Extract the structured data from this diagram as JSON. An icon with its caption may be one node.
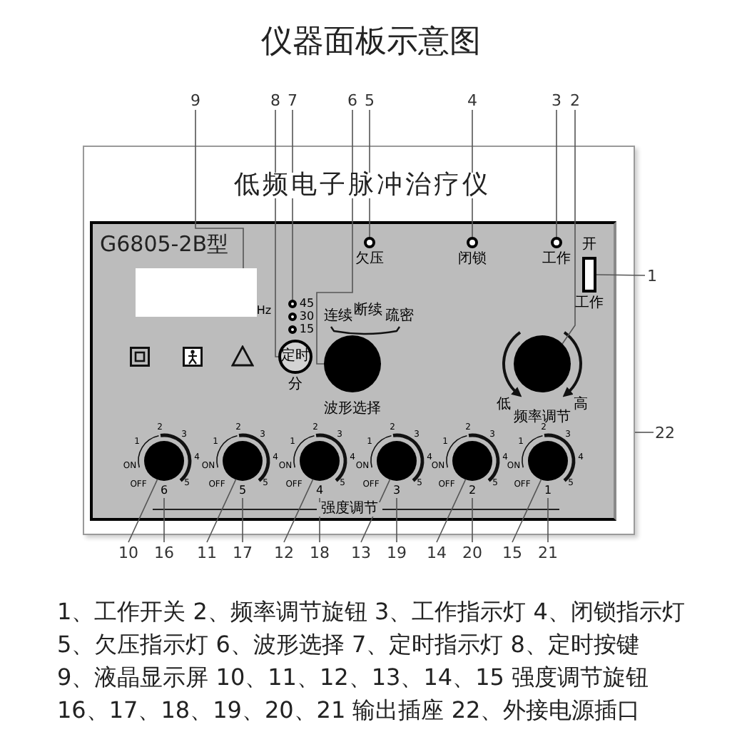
{
  "diagram": {
    "title": "仪器面板示意图",
    "nodes": [
      {
        "text": [
          "低频电子脉冲治疗仪"
        ]
      },
      {
        "text": [
          "G6805-2B型"
        ],
        "in": 0
      },
      {
        "text": [],
        "shape": "box",
        "in": 1
      },
      {
        "text": [
          "定时"
        ],
        "beside": [
          "分"
        ],
        "in": 1
      },
      {
        "text": [],
        "shape": "circle",
        "beside": [
          "45"
        ],
        "in": 1
      },
      {
        "text": [],
        "shape": "circle",
        "beside": [
          "30"
        ],
        "in": 1
      },
      {
        "text": [],
        "shape": "circle",
        "beside": [
          "15"
        ],
        "in": 1
      },
      {
        "text": [],
        "shape": "circle",
        "beside": [
          "波形选择"
        ],
        "in": 1
      },
      {
        "text": [],
        "shape": "circle",
        "beside": [
          "欠压"
        ],
        "in": 1
      },
      {
        "text": [],
        "shape": "circle",
        "beside": [
          "闭锁"
        ],
        "in": 1
      },
      {
        "text": [],
        "shape": "circle",
        "beside": [
          "工作"
        ],
        "in": 1
      },
      {
        "text": [],
        "shape": "box",
        "beside": [
          "开",
          "工作"
        ],
        "in": 1
      },
      {
        "text": [],
        "shape": "circle",
        "beside": [
          "低",
          "频率调节",
          "高"
        ],
        "in": 1
      },
      {
        "text": [],
        "shape": "circle",
        "in": 1
      },
      {
        "text": [],
        "shape": "circle",
        "in": 1
      },
      {
        "text": [],
        "shape": "circle",
        "in": 1
      },
      {
        "text": [],
        "shape": "circle",
        "in": 1
      },
      {
        "text": [],
        "shape": "circle",
        "in": 1
      },
      {
        "text": [],
        "shape": "circle",
        "in": 1
      },
      {
        "text": [
          "6"
        ],
        "in": 1
      },
      {
        "text": [
          "5"
        ],
        "in": 1
      },
      {
        "text": [
          "4"
        ],
        "in": 1
      },
      {
        "text": [
          "3"
        ],
        "in": 1
      },
      {
        "text": [
          "2"
        ],
        "in": 1
      },
      {
        "text": [
          "1"
        ],
        "in": 1
      },
      {
        "text": [
          "9"
        ]
      },
      {
        "text": [
          "8"
        ]
      },
      {
        "text": [
          "7"
        ]
      },
      {
        "text": [
          "6"
        ]
      },
      {
        "text": [
          "5"
        ]
      },
      {
        "text": [
          "4"
        ]
      },
      {
        "text": [
          "3"
        ]
      },
      {
        "text": [
          "2"
        ]
      },
      {
        "text": [
          "1"
        ]
      },
      {
        "text": [
          "22"
        ]
      },
      {
        "text": [
          "10"
        ]
      },
      {
        "text": [
          "16"
        ]
      },
      {
        "text": [
          "11"
        ]
      },
      {
        "text": [
          "17"
        ]
      },
      {
        "text": [
          "12"
        ]
      },
      {
        "text": [
          "18"
        ]
      },
      {
        "text": [
          "13"
        ]
      },
      {
        "text": [
          "19"
        ]
      },
      {
        "text": [
          "14"
        ]
      },
      {
        "text": [
          "20"
        ]
      },
      {
        "text": [
          "15"
        ]
      },
      {
        "text": [
          "21"
        ]
      }
    ],
    "edges": [
      {
        "from": 25,
        "to": 2,
        "arrow": "none"
      },
      {
        "from": 26,
        "to": 3,
        "arrow": "none"
      },
      {
        "from": 27,
        "to": 4,
        "arrow": "none"
      },
      {
        "from": 28,
        "to": 7,
        "arrow": "none"
      },
      {
        "from": 29,
        "to": 8,
        "arrow": "none"
      },
      {
        "from": 30,
        "to": 9,
        "arrow": "none"
      },
      {
        "from": 31,
        "to": 10,
        "arrow": "none"
      },
      {
        "from": 32,
        "to": 12,
        "arrow": "none"
      },
      {
        "from": 33,
        "to": 11,
        "arrow": "none"
      },
      {
        "from": 34,
        "to": 0,
        "arrow": "none"
      },
      {
        "from": 35,
        "to": 13,
        "arrow": "none"
      },
      {
        "from": 36,
        "to": 19,
        "arrow": "none"
      },
      {
        "from": 37,
        "to": 14,
        "arrow": "none"
      },
      {
        "from": 38,
        "to": 20,
        "arrow": "none"
      },
      {
        "from": 39,
        "to": 15,
        "arrow": "none"
      },
      {
        "from": 40,
        "to": 21,
        "arrow": "none"
      },
      {
        "from": 41,
        "to": 16,
        "arrow": "none"
      },
      {
        "from": 42,
        "to": 22,
        "arrow": "none"
      },
      {
        "from": 43,
        "to": 17,
        "arrow": "none"
      },
      {
        "from": 44,
        "to": 23,
        "arrow": "none"
      },
      {
        "from": 45,
        "to": 18,
        "arrow": "none"
      },
      {
        "from": 46,
        "to": 24,
        "arrow": "none"
      }
    ],
    "labels": [
      "连续",
      "断续",
      "疏密",
      "Hz",
      "1",
      "2",
      "3",
      "4",
      "5",
      "ON",
      "OFF",
      "1",
      "2",
      "3",
      "4",
      "5",
      "ON",
      "OFF",
      "1",
      "2",
      "3",
      "4",
      "5",
      "ON",
      "OFF",
      "1",
      "2",
      "3",
      "4",
      "5",
      "ON",
      "OFF",
      "1",
      "2",
      "3",
      "4",
      "5",
      "ON",
      "OFF",
      "1",
      "2",
      "3",
      "4",
      "5",
      "ON",
      "OFF",
      "强度调节",
      "1、工作开关 2、频率调节旋钮 3、工作指示灯 4、闭锁指示灯",
      "5、欠压指示灯 6、波形选择 7、定时指示灯 8、定时按键",
      "9、液晶显示屏 10、11、12、13、14、15 强度调节旋钮",
      "16、17、18、19、20、21 输出插座 22、外接电源插口"
    ]
  }
}
